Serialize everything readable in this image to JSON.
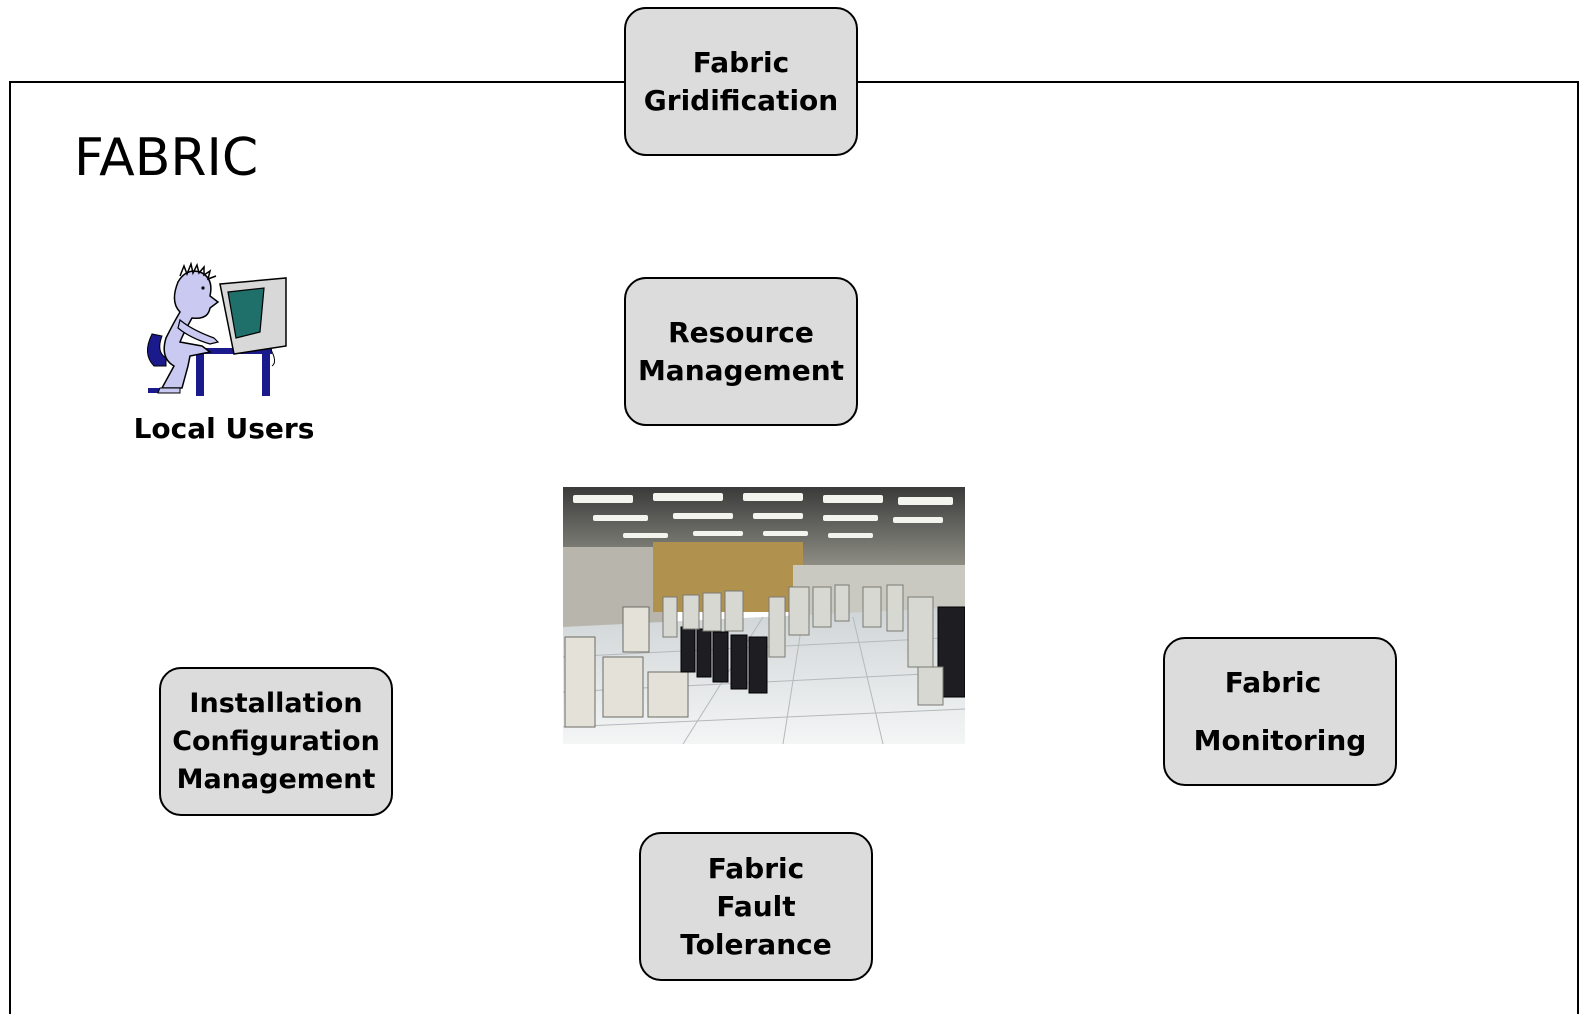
{
  "diagram": {
    "title": "FABRIC",
    "boxes": {
      "gridification": [
        "Fabric",
        "Gridification"
      ],
      "resource": [
        "Resource",
        "Management"
      ],
      "installation": [
        "Installation",
        "Configuration",
        "Management"
      ],
      "monitoring": [
        "Fabric",
        "Monitoring"
      ],
      "fault": [
        "Fabric",
        "Fault",
        "Tolerance"
      ]
    },
    "local_users": {
      "label": "Local Users",
      "icon": "person-at-computer-icon"
    },
    "photo": {
      "icon": "computer-center-photo"
    }
  }
}
